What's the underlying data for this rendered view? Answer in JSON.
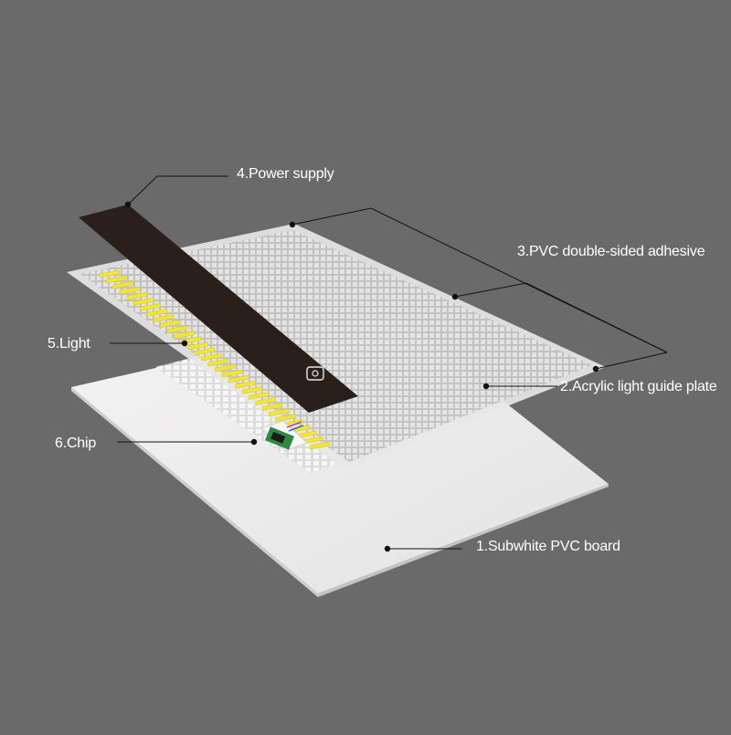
{
  "labels": {
    "subwhite_pvc_board": "1.Subwhite PVC board",
    "acrylic_light_guide_plate": "2.Acrylic light guide plate",
    "pvc_double_sided_adhesive": "3.PVC double-sided adhesive",
    "power_supply": "4.Power supply",
    "light": "5.Light",
    "chip": "6.Chip"
  },
  "colors": {
    "background": "#6b6a6b",
    "board": "#f2f1f1",
    "adhesive": "#e9e8e8",
    "power_strip": "#2b1f1c",
    "led": "#f1e53c",
    "chip_green": "#2e8a43",
    "leader_line": "#111111"
  },
  "led_count": 32
}
